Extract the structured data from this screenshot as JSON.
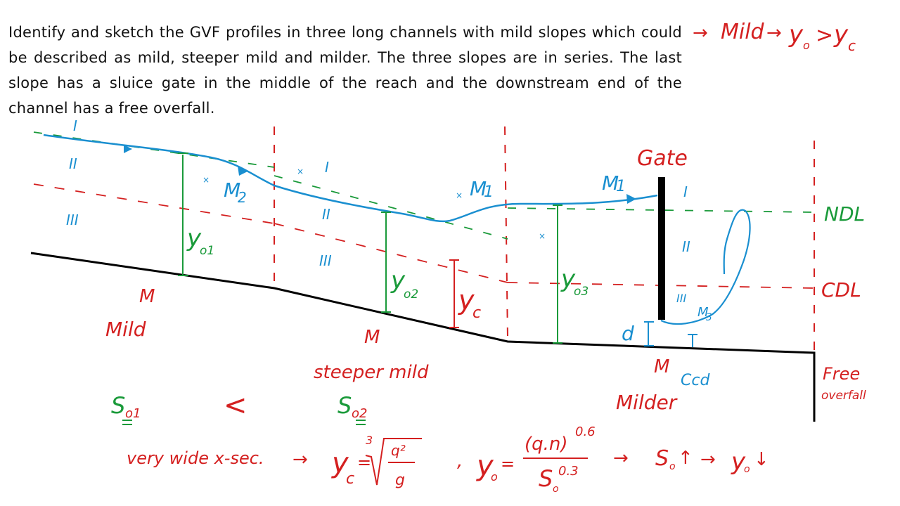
{
  "problem": {
    "text": "Identify and sketch the GVF profiles in three long channels with mild slopes which could be described as mild, steeper mild and milder. The three slopes are in series. The last slope has a sluice gate in the middle of the reach and the downstream end of the channel has a free overfall."
  },
  "margin_note": {
    "mild": "Mild",
    "arrow": "→",
    "yo": "y",
    "sub_o": "o",
    "gt": ">",
    "yc": "y",
    "sub_c": "c"
  },
  "zones": {
    "I": "I",
    "II": "II",
    "III": "III"
  },
  "profiles": {
    "m2": "M",
    "m2_sub": "2",
    "m1": "M",
    "m1_sub": "1",
    "m3": "M",
    "m3_sub": "3"
  },
  "depths": {
    "yo1": "y",
    "yo1_sub": "o1",
    "yo2": "y",
    "yo2_sub": "o2",
    "yo3": "y",
    "yo3_sub": "o3",
    "yc": "y",
    "yc_sub": "c"
  },
  "labels": {
    "gate": "Gate",
    "ndl": "NDL",
    "cdl": "CDL",
    "d": "d",
    "ccd": "Ccd",
    "free": "Free",
    "overfall": "overfall",
    "reach1_letter": "M",
    "reach1_name": "Mild",
    "reach2_letter": "M",
    "reach2_name": "steeper mild",
    "reach3_letter": "M",
    "reach3_name": "Milder"
  },
  "slopes": {
    "s01": "S",
    "s01_sub": "o1",
    "lt": "<",
    "s02": "S",
    "s02_sub": "o2"
  },
  "formulas": {
    "section": "very wide x-sec.",
    "arrow1": "→",
    "yc": "y",
    "yc_sub": "c",
    "eq": "=",
    "root_index": "3",
    "q2": "q²",
    "g": "g",
    "comma": ",",
    "yo": "y",
    "yo_sub": "o",
    "eq2": "=",
    "num": "(q.n)",
    "num_exp": "0.6",
    "den": "S",
    "den_sub": "o",
    "den_exp": "0.3",
    "arrow2": "→",
    "so": "S",
    "so_sub": "o",
    "up": "↑",
    "arrow3": "→",
    "yo_end": "y",
    "yo_end_sub": "o",
    "down": "↓"
  },
  "colors": {
    "annotation_red": "#d42020",
    "water_blue": "#1a8fd0",
    "depth_green": "#1a9a3a",
    "bed_black": "#000000"
  }
}
